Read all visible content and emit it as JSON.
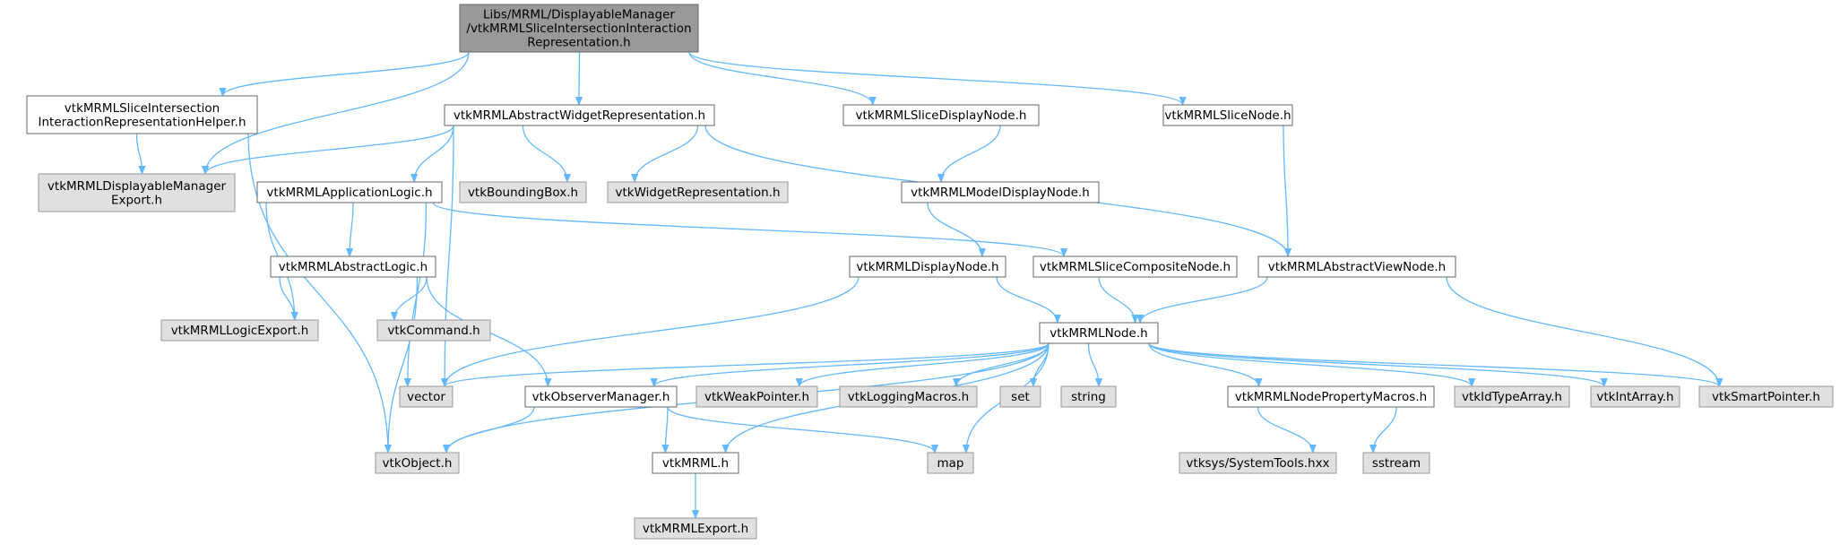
{
  "colors": {
    "root_fill": "#999999",
    "root_stroke": "#666666",
    "documented_fill": "#ffffff",
    "documented_stroke": "#666666",
    "external_fill": "#e0e0e0",
    "external_stroke": "#999999",
    "edge": "#63b8ff"
  },
  "nodes": [
    {
      "id": "root",
      "kind": "root",
      "lines": [
        "Libs/MRML/DisplayableManager",
        "/vtkMRMLSliceIntersectionInteraction",
        "Representation.h"
      ]
    },
    {
      "id": "helper",
      "kind": "documented",
      "lines": [
        "vtkMRMLSliceIntersection",
        "InteractionRepresentationHelper.h"
      ]
    },
    {
      "id": "dmexport",
      "kind": "external",
      "lines": [
        "vtkMRMLDisplayableManager",
        "Export.h"
      ]
    },
    {
      "id": "awr",
      "kind": "documented",
      "lines": [
        "vtkMRMLAbstractWidgetRepresentation.h"
      ]
    },
    {
      "id": "sdn",
      "kind": "documented",
      "lines": [
        "vtkMRMLSliceDisplayNode.h"
      ]
    },
    {
      "id": "sn",
      "kind": "documented",
      "lines": [
        "vtkMRMLSliceNode.h"
      ]
    },
    {
      "id": "al",
      "kind": "documented",
      "lines": [
        "vtkMRMLApplicationLogic.h"
      ]
    },
    {
      "id": "bb",
      "kind": "external",
      "lines": [
        "vtkBoundingBox.h"
      ]
    },
    {
      "id": "wr",
      "kind": "external",
      "lines": [
        "vtkWidgetRepresentation.h"
      ]
    },
    {
      "id": "mdn",
      "kind": "documented",
      "lines": [
        "vtkMRMLModelDisplayNode.h"
      ]
    },
    {
      "id": "absl",
      "kind": "documented",
      "lines": [
        "vtkMRMLAbstractLogic.h"
      ]
    },
    {
      "id": "dn",
      "kind": "documented",
      "lines": [
        "vtkMRMLDisplayNode.h"
      ]
    },
    {
      "id": "scn",
      "kind": "documented",
      "lines": [
        "vtkMRMLSliceCompositeNode.h"
      ]
    },
    {
      "id": "avn",
      "kind": "documented",
      "lines": [
        "vtkMRMLAbstractViewNode.h"
      ]
    },
    {
      "id": "le",
      "kind": "external",
      "lines": [
        "vtkMRMLLogicExport.h"
      ]
    },
    {
      "id": "cmd",
      "kind": "external",
      "lines": [
        "vtkCommand.h"
      ]
    },
    {
      "id": "node",
      "kind": "documented",
      "lines": [
        "vtkMRMLNode.h"
      ]
    },
    {
      "id": "vector",
      "kind": "external",
      "lines": [
        "vector"
      ]
    },
    {
      "id": "om",
      "kind": "documented",
      "lines": [
        "vtkObserverManager.h"
      ]
    },
    {
      "id": "wp",
      "kind": "external",
      "lines": [
        "vtkWeakPointer.h"
      ]
    },
    {
      "id": "lm",
      "kind": "external",
      "lines": [
        "vtkLoggingMacros.h"
      ]
    },
    {
      "id": "set",
      "kind": "external",
      "lines": [
        "set"
      ]
    },
    {
      "id": "string",
      "kind": "external",
      "lines": [
        "string"
      ]
    },
    {
      "id": "npm",
      "kind": "documented",
      "lines": [
        "vtkMRMLNodePropertyMacros.h"
      ]
    },
    {
      "id": "ita",
      "kind": "external",
      "lines": [
        "vtkIdTypeArray.h"
      ]
    },
    {
      "id": "ia",
      "kind": "external",
      "lines": [
        "vtkIntArray.h"
      ]
    },
    {
      "id": "sp",
      "kind": "external",
      "lines": [
        "vtkSmartPointer.h"
      ]
    },
    {
      "id": "obj",
      "kind": "external",
      "lines": [
        "vtkObject.h"
      ]
    },
    {
      "id": "mrml",
      "kind": "documented",
      "lines": [
        "vtkMRML.h"
      ]
    },
    {
      "id": "map",
      "kind": "external",
      "lines": [
        "map"
      ]
    },
    {
      "id": "st",
      "kind": "external",
      "lines": [
        "vtksys/SystemTools.hxx"
      ]
    },
    {
      "id": "ss",
      "kind": "external",
      "lines": [
        "sstream"
      ]
    },
    {
      "id": "mexp",
      "kind": "external",
      "lines": [
        "vtkMRMLExport.h"
      ]
    }
  ],
  "edges": [
    [
      "root",
      "helper"
    ],
    [
      "root",
      "dmexport"
    ],
    [
      "root",
      "awr"
    ],
    [
      "root",
      "sdn"
    ],
    [
      "root",
      "sn"
    ],
    [
      "helper",
      "dmexport"
    ],
    [
      "helper",
      "obj"
    ],
    [
      "awr",
      "dmexport"
    ],
    [
      "awr",
      "al"
    ],
    [
      "awr",
      "bb"
    ],
    [
      "awr",
      "wr"
    ],
    [
      "awr",
      "avn"
    ],
    [
      "awr",
      "vector"
    ],
    [
      "sdn",
      "mdn"
    ],
    [
      "sn",
      "avn"
    ],
    [
      "mdn",
      "dn"
    ],
    [
      "al",
      "absl"
    ],
    [
      "al",
      "le"
    ],
    [
      "al",
      "scn"
    ],
    [
      "al",
      "vector"
    ],
    [
      "absl",
      "le"
    ],
    [
      "absl",
      "cmd"
    ],
    [
      "absl",
      "om"
    ],
    [
      "absl",
      "obj"
    ],
    [
      "dn",
      "node"
    ],
    [
      "dn",
      "vector"
    ],
    [
      "scn",
      "node"
    ],
    [
      "avn",
      "node"
    ],
    [
      "avn",
      "sp"
    ],
    [
      "node",
      "vector"
    ],
    [
      "node",
      "obj"
    ],
    [
      "node",
      "om"
    ],
    [
      "node",
      "wp"
    ],
    [
      "node",
      "lm"
    ],
    [
      "node",
      "set"
    ],
    [
      "node",
      "string"
    ],
    [
      "node",
      "mrml"
    ],
    [
      "node",
      "map"
    ],
    [
      "node",
      "npm"
    ],
    [
      "node",
      "ita"
    ],
    [
      "node",
      "ia"
    ],
    [
      "node",
      "sp"
    ],
    [
      "om",
      "obj"
    ],
    [
      "om",
      "mrml"
    ],
    [
      "om",
      "map"
    ],
    [
      "npm",
      "st"
    ],
    [
      "npm",
      "ss"
    ],
    [
      "mrml",
      "mexp"
    ]
  ]
}
